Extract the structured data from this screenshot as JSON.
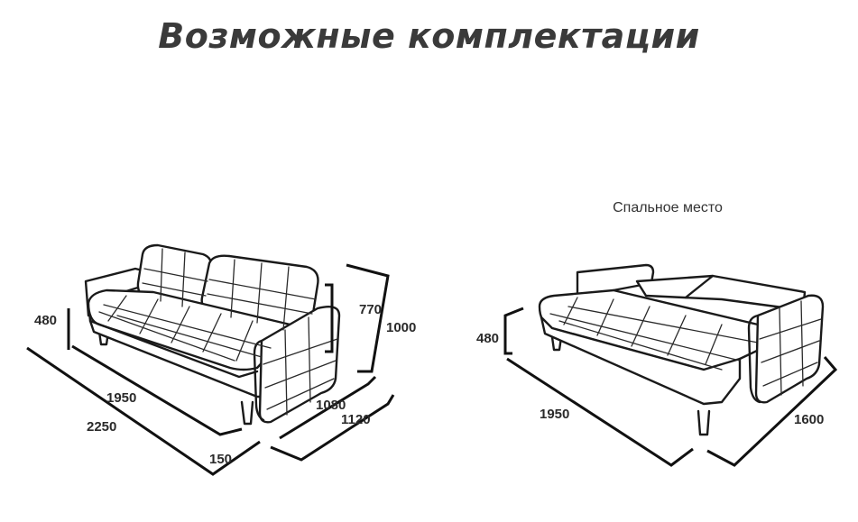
{
  "title": "Возможные комплектации",
  "sleeping_caption": "Спальное место",
  "sofa_dims": {
    "seat_height": "480",
    "back_height": "770",
    "total_height": "1000",
    "seat_width": "1950",
    "total_width": "2250",
    "armrest": "150",
    "seat_depth": "1080",
    "total_depth": "1120"
  },
  "bed_dims": {
    "seat_height": "480",
    "bed_width": "1950",
    "bed_length": "1600"
  },
  "colors": {
    "title": "#3a3a3a",
    "line": "#1a1a1a",
    "text": "#2a2a2a"
  }
}
